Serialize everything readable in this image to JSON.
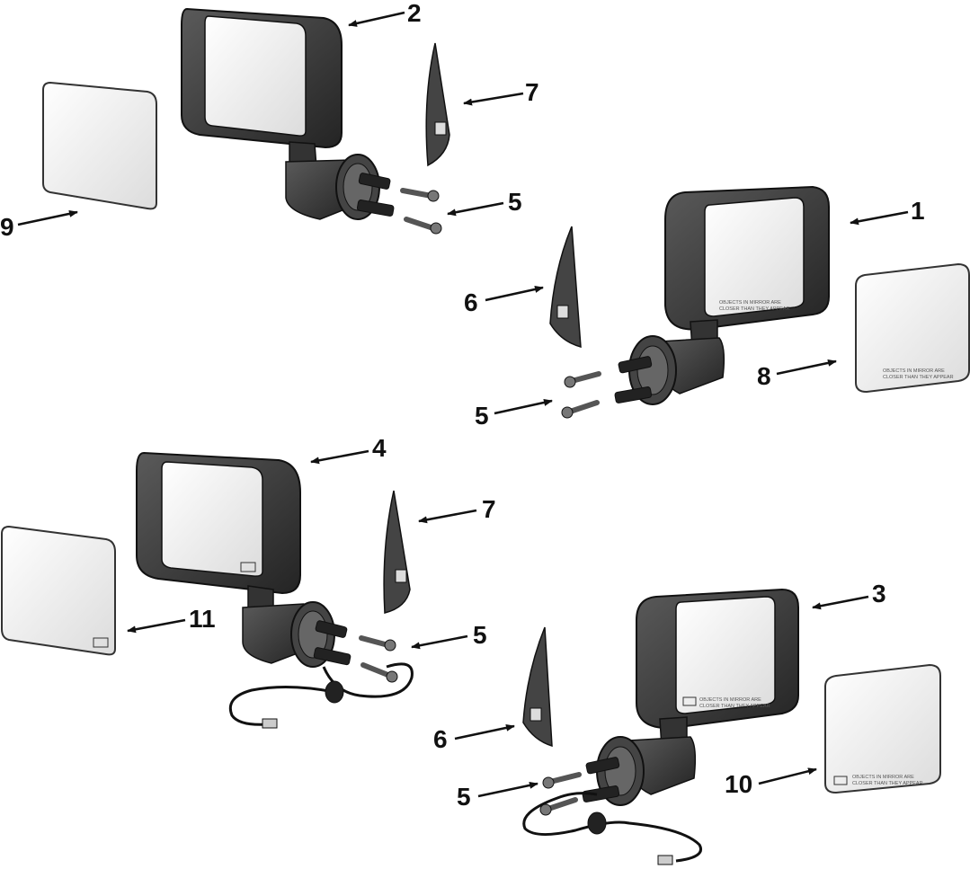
{
  "callouts": {
    "c1": "1",
    "c2": "2",
    "c3": "3",
    "c4": "4",
    "c5a": "5",
    "c5b": "5",
    "c5c": "5",
    "c5d": "5",
    "c6a": "6",
    "c6b": "6",
    "c7a": "7",
    "c7b": "7",
    "c8": "8",
    "c9": "9",
    "c10": "10",
    "c11": "11"
  },
  "mirror_warning": {
    "line1": "OBJECTS IN MIRROR ARE",
    "line2": "CLOSER THAN THEY APPEAR"
  },
  "colors": {
    "housing": "#3a3a3a",
    "glass": "#f2f2f2",
    "line": "#111111"
  }
}
